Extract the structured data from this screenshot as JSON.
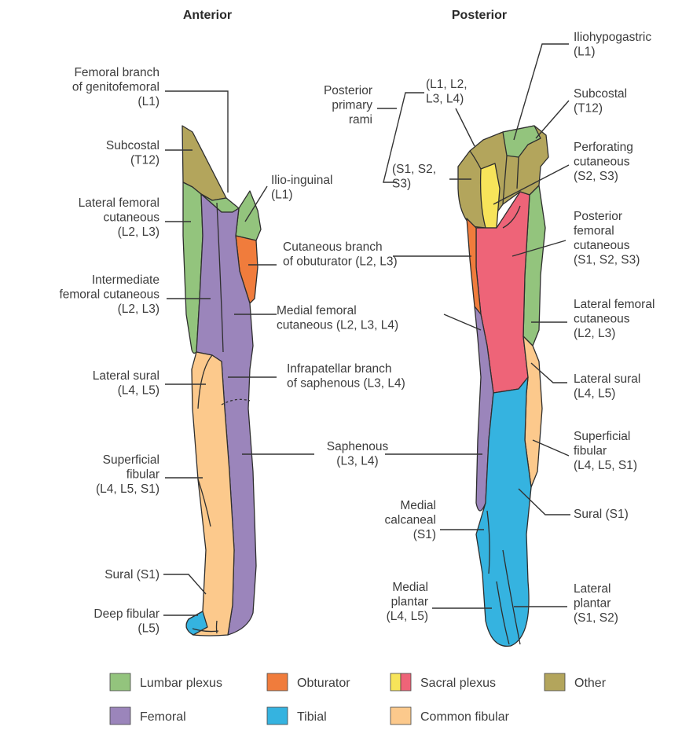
{
  "titles": {
    "anterior": "Anterior",
    "posterior": "Posterior"
  },
  "colors": {
    "lumbar": "#93c47d",
    "obturator": "#f07c3c",
    "sacral_yellow": "#f7e45a",
    "sacral_pink": "#ee6478",
    "other": "#b3a55c",
    "femoral": "#9b85bb",
    "tibial": "#35b3e0",
    "common_fibular": "#fcc98c"
  },
  "anterior_labels": [
    [
      "Femoral branch",
      "of genitofemoral",
      "(L1)"
    ],
    [
      "Subcostal",
      "(T12)"
    ],
    [
      "Lateral femoral",
      "cutaneous",
      "(L2, L3)"
    ],
    [
      "Intermediate",
      "femoral cutaneous",
      "(L2, L3)"
    ],
    [
      "Lateral sural",
      "(L4, L5)"
    ],
    [
      "Superficial",
      "fibular",
      "(L4, L5, S1)"
    ],
    [
      "Sural (S1)"
    ],
    [
      "Deep fibular",
      "(L5)"
    ]
  ],
  "center_labels": [
    [
      "Ilio-inguinal",
      "(L1)"
    ],
    [
      "Cutaneous branch",
      "of obuturator (L2, L3)"
    ],
    [
      "Medial femoral",
      "cutaneous (L2, L3, L4)"
    ],
    [
      "Infrapatellar branch",
      "of saphenous (L3, L4)"
    ],
    [
      "Saphenous",
      "(L3, L4)"
    ]
  ],
  "posterior_left_labels": [
    [
      "Posterior",
      "primary",
      "rami"
    ],
    [
      "(L1, L2,",
      "L3, L4)"
    ],
    [
      "(S1, S2,",
      "S3)"
    ],
    [
      "Medial",
      "calcaneal",
      "(S1)"
    ],
    [
      "Medial",
      "plantar",
      "(L4, L5)"
    ]
  ],
  "posterior_right_labels": [
    [
      "Iliohypogastric",
      "(L1)"
    ],
    [
      "Subcostal",
      "(T12)"
    ],
    [
      "Perforating",
      "cutaneous",
      "(S2, S3)"
    ],
    [
      "Posterior",
      "femoral",
      "cutaneous",
      "(S1, S2, S3)"
    ],
    [
      "Lateral femoral",
      "cutaneous",
      "(L2, L3)"
    ],
    [
      "Lateral sural",
      "(L4, L5)"
    ],
    [
      "Superficial",
      "fibular",
      "(L4, L5, S1)"
    ],
    [
      "Sural (S1)"
    ],
    [
      "Lateral",
      "plantar",
      "(S1, S2)"
    ]
  ],
  "legend": [
    {
      "label": "Lumbar plexus",
      "colors": [
        "#93c47d"
      ]
    },
    {
      "label": "Obturator",
      "colors": [
        "#f07c3c"
      ]
    },
    {
      "label": "Sacral plexus",
      "colors": [
        "#f7e45a",
        "#ee6478"
      ]
    },
    {
      "label": "Other",
      "colors": [
        "#b3a55c"
      ]
    },
    {
      "label": "Femoral",
      "colors": [
        "#9b85bb"
      ]
    },
    {
      "label": "Tibial",
      "colors": [
        "#35b3e0"
      ]
    },
    {
      "label": "Common fibular",
      "colors": [
        "#fcc98c"
      ]
    }
  ]
}
